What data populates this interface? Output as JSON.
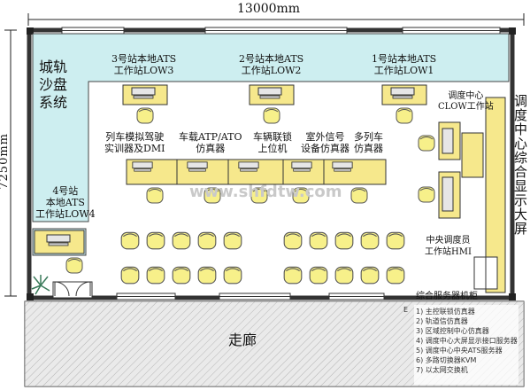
{
  "dimensions": {
    "width": "13000mm",
    "height": "7250mm"
  },
  "areas": {
    "sand_table": "城轨\n沙盘\n系统",
    "corridor": "走廊",
    "right_wall": "调度中心综合显示大屏"
  },
  "stations": {
    "s3": "3号站本地ATS\n工作站LOW3",
    "s2": "2号站本地ATS\n工作站LOW2",
    "s1": "1号站本地ATS\n工作站LOW1",
    "s4": "4号站\n本地ATS\n工作站LOW4",
    "dispatch_clow": "调度中心\nCLOW工作站",
    "dispatch_hmi": "中央调度员\n工作站HMI",
    "server_cabinet": "综合服务器机柜"
  },
  "simulators": {
    "driving": "列车模拟驾驶\n实训器及DMI",
    "atp_ato": "车载ATP/ATO\n仿真器",
    "interlock": "车辆联锁\n上位机",
    "signal": "室外信号\n设备仿真器",
    "multi_train": "多列车\n仿真器"
  },
  "legend_marker": "E",
  "legend": [
    "1) 主控联锁仿真器",
    "2) 轨道信仿真器",
    "3) 区域控制中心仿真器",
    "4) 调度中心大屏显示接口服务器",
    "5) 调度中心中央ATS服务器",
    "6) 多路切换器KVM",
    "7) 以太网交换机"
  ],
  "watermark": "www.shfdtw.com",
  "colors": {
    "cyan": "#cdeef0",
    "desk": "#f6e88c",
    "chair": "#f7f08a",
    "corridor": "#d9d9d9"
  }
}
